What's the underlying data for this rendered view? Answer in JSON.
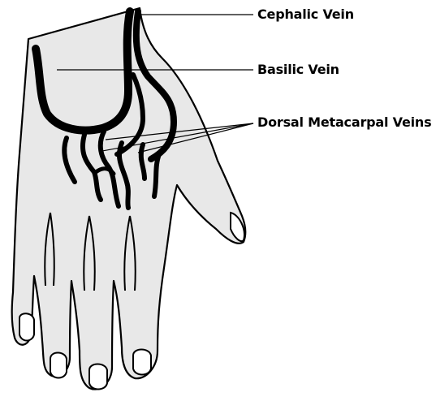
{
  "labels": {
    "cephalic_vein": "Cephalic Vein",
    "basilic_vein": "Basilic Vein",
    "dorsal_metacarpal_veins": "Dorsal Metacarpal Veins"
  },
  "colors": {
    "hand_fill": "#e8e8e8",
    "outline": "#000000",
    "vein": "#000000",
    "background": "#ffffff"
  }
}
